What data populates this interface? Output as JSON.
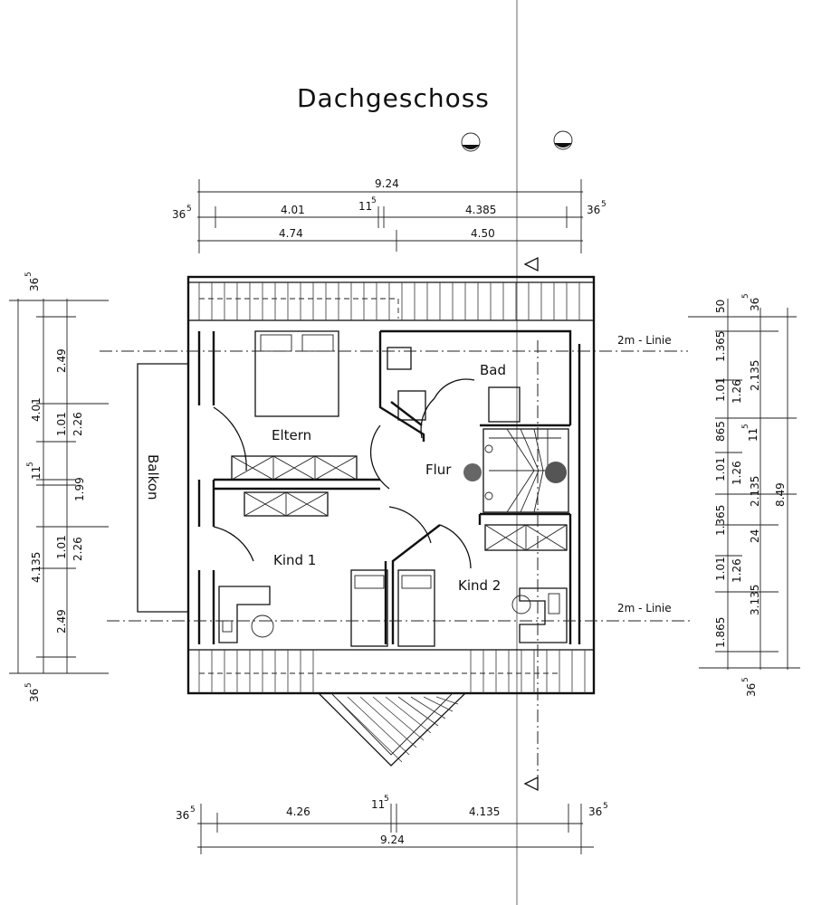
{
  "title": "Dachgeschoss",
  "rooms": {
    "eltern": "Eltern",
    "bad": "Bad",
    "flur": "Flur",
    "kind1": "Kind 1",
    "kind2": "Kind 2",
    "balkon": "Balkon"
  },
  "line_labels": {
    "upper": "2m - Linie",
    "lower": "2m - Linie"
  },
  "top_dims": {
    "overall": "9.24",
    "wall_left": "36",
    "wall_left_sup": "5",
    "seg1": "4.01",
    "mid": "11",
    "mid_sup": "5",
    "seg2": "4.385",
    "wall_right": "36",
    "wall_right_sup": "5",
    "row3_a": "4.74",
    "row3_b": "4.50"
  },
  "bottom_dims": {
    "wall_left": "36",
    "wall_left_sup": "5",
    "seg1": "4.26",
    "mid": "11",
    "mid_sup": "5",
    "seg2": "4.135",
    "wall_right": "36",
    "wall_right_sup": "5",
    "overall": "9.24"
  },
  "left_dims": {
    "wall_top": "36",
    "wall_top_sup": "5",
    "a": "2.49",
    "b": "4.01",
    "c": "1.01",
    "d": "2.26",
    "e": "11",
    "e_sup": "5",
    "f": "1.99",
    "g": "1.01",
    "h": "2.26",
    "i": "4.135",
    "j": "2.49",
    "wall_bottom": "36",
    "wall_bottom_sup": "5"
  },
  "right_dims": {
    "r1": "50",
    "r2": "1.365",
    "r3": "1.01",
    "r4": "865",
    "r5": "1.01",
    "r6": "1.365",
    "r7": "1.01",
    "r8": "1.865",
    "s1": "36",
    "s1_sup": "5",
    "s2": "2.135",
    "s3": "1.26",
    "s4": "11",
    "s4_sup": "5",
    "s5": "2.135",
    "s6": "1.26",
    "s7": "24",
    "s8": "1.26",
    "s9": "3.135",
    "s10": "36",
    "s10_sup": "5",
    "overall": "8.49"
  }
}
